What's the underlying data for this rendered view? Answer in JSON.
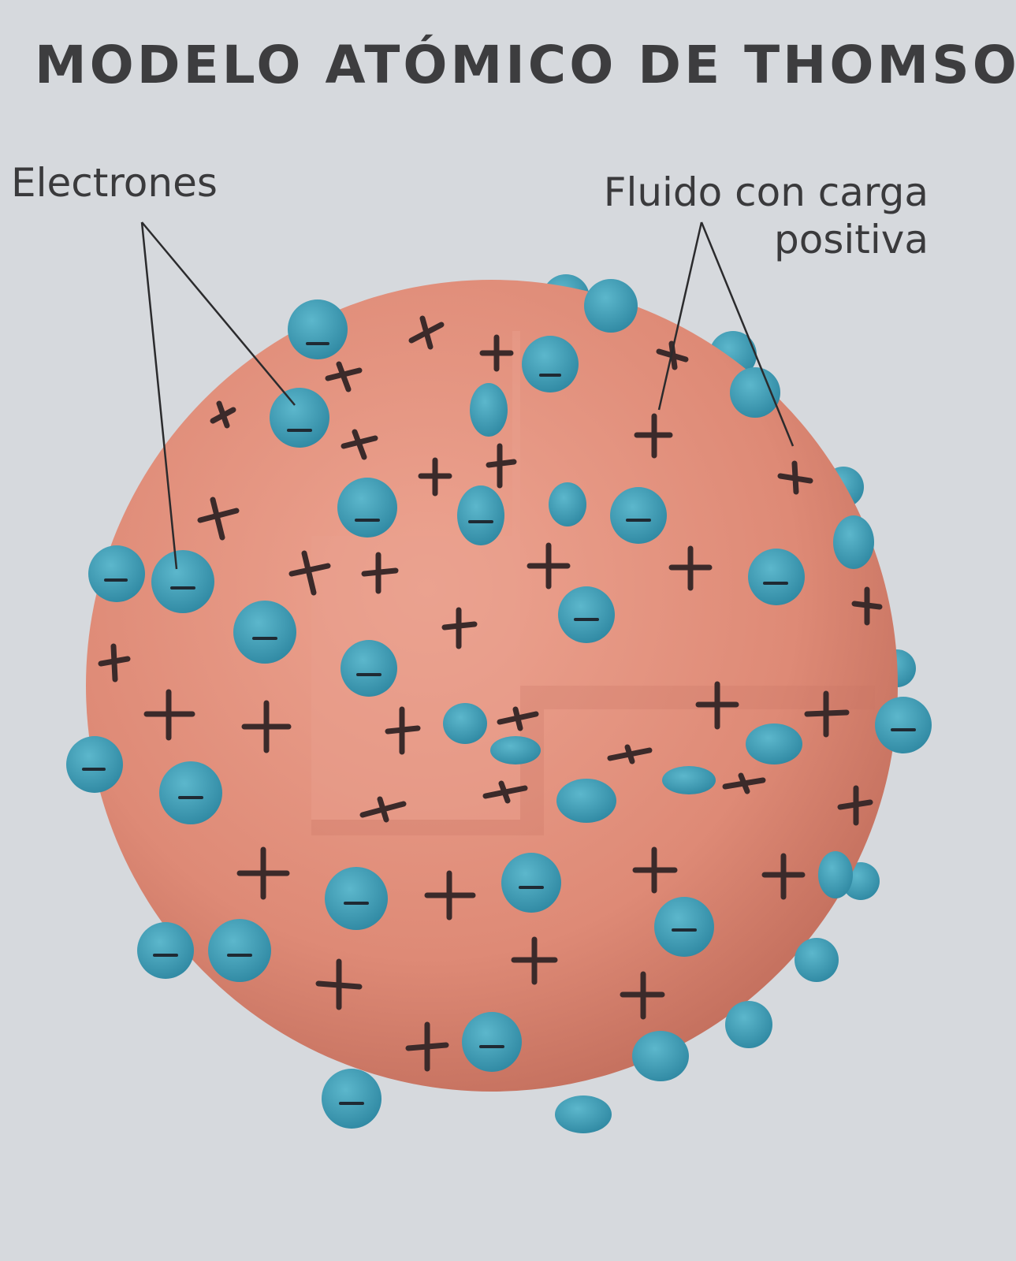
{
  "title": "MODELO ATÓMICO DE THOMSON",
  "labels": {
    "electrons": "Electrones",
    "fluid_line1": "Fluido con carga",
    "fluid_line2": "positiva"
  },
  "colors": {
    "background": "#d6d9dd",
    "sphere": "#de8a76",
    "sphere_shade": "#c9705d",
    "electron": "#3e9db6",
    "text": "#3a3a3c"
  }
}
